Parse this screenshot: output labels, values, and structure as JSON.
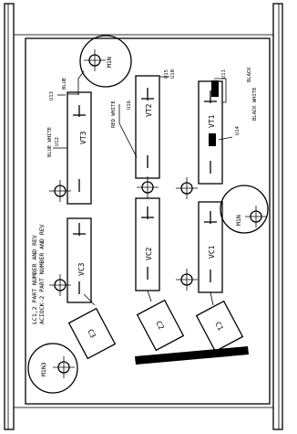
{
  "board": {
    "title_line1": "LC1,2 PART NUMBER AND REV",
    "title_line2": "ACIOCK-2 PART NUMBER AND REV"
  },
  "mounts": {
    "m1": "M1N",
    "m2": "M1N",
    "m3": "M1N3"
  },
  "modules": {
    "vc1": "VC1",
    "vc2": "VC2",
    "vc3": "VC3",
    "vt1": "VT1",
    "vt2": "VT2",
    "vt3": "VT3"
  },
  "caps": {
    "c1": "C1",
    "c2": "C2",
    "c3": "C3"
  },
  "labels": {
    "u12": "U12",
    "u14": "U14",
    "u13": "U13",
    "u11": "U11",
    "u15": "U15",
    "u16": "U16",
    "u10": "U10",
    "black": "BLACK",
    "black_white": "BLACK WHITE",
    "red_white": "RED WHITE",
    "blue_white": "BLUE WHITE",
    "blue": "BLUE"
  }
}
